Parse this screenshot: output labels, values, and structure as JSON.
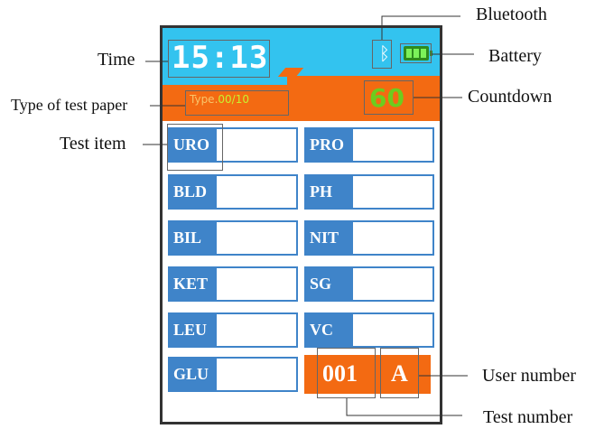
{
  "device": {
    "time": "15:13",
    "bluetooth_icon": "bluetooth-icon",
    "battery_icon": "battery-icon",
    "type_prefix": "Type.",
    "type_value": "00/10",
    "countdown": "60",
    "test_number": "001",
    "user_number": "A"
  },
  "test_items": {
    "left": [
      "URO",
      "BLD",
      "BIL",
      "KET",
      "LEU",
      "GLU"
    ],
    "right": [
      "PRO",
      "PH",
      "NIT",
      "SG",
      "VC"
    ]
  },
  "callouts": {
    "bluetooth": "Bluetooth",
    "battery": "Battery",
    "time": "Time",
    "type_of_test_paper": "Type of test paper",
    "countdown": "Countdown",
    "test_item": "Test item",
    "user_number": "User number",
    "test_number": "Test number"
  },
  "colors": {
    "top_bar": "#33c3ef",
    "orange_bar": "#f36a12",
    "item_blue": "#3f84c9",
    "countdown_green": "#6dcc1e",
    "battery_green": "#2e8b1e"
  }
}
